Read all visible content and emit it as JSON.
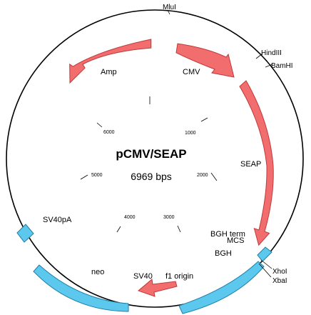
{
  "plasmid": {
    "name": "pCMV/SEAP",
    "size_label": "6969 bps",
    "total_bp": 6969
  },
  "features": {
    "amp": "Amp",
    "cmv": "CMV",
    "seap": "SEAP",
    "bgh_term": "BGH term",
    "mcs": "MCS",
    "bgh": "BGH",
    "f1_origin": "f1 origin",
    "sv40": "SV40",
    "neo": "neo",
    "sv40pa": "SV40pA"
  },
  "sites": {
    "mlui": "MluI",
    "hindiii": "HindIII",
    "bamhi": "BamHI",
    "xhoi": "XhoI",
    "xbai": "XbaI"
  },
  "ticks": {
    "t0": "",
    "t1000": "1000",
    "t2000": "2000",
    "t3000": "3000",
    "t4000": "4000",
    "t5000": "5000",
    "t6000": "6000"
  },
  "colors": {
    "arrow_fill": "#f26d6d",
    "arrow_stroke": "#c0393b",
    "box_fill": "#5cc8ee",
    "box_stroke": "#1f7fa8",
    "ring": "#000000"
  }
}
